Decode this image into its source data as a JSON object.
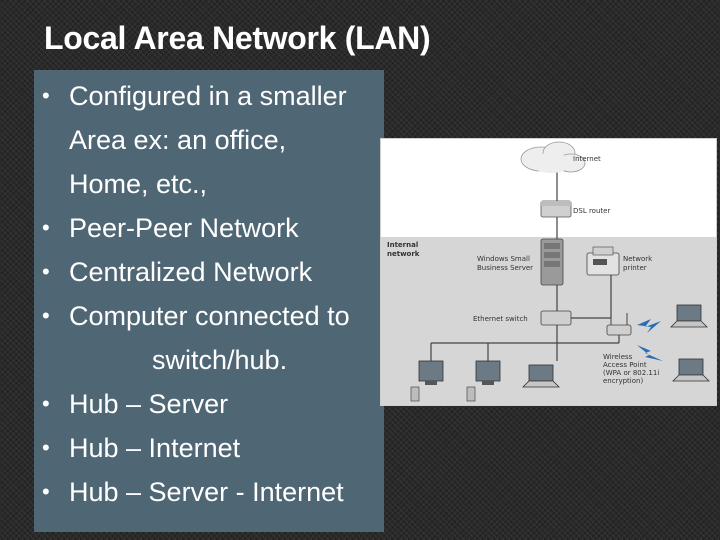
{
  "slide": {
    "title": "Local Area Network (LAN)",
    "bullets": [
      {
        "lines": [
          "Configured in a smaller",
          "Area ex: an office,",
          "Home, etc.,"
        ]
      },
      {
        "lines": [
          "Peer-Peer Network"
        ]
      },
      {
        "lines": [
          "Centralized Network"
        ]
      },
      {
        "lines": [
          "Computer connected to",
          "switch/hub."
        ]
      },
      {
        "lines": [
          "Hub – Server"
        ]
      },
      {
        "lines": [
          "Hub – Internet"
        ]
      },
      {
        "lines": [
          "Hub – Server - Internet"
        ]
      }
    ],
    "bullet_glyph": "•"
  },
  "diagram": {
    "labels": {
      "internet": "Internet",
      "dsl_router": "DSL router",
      "internal_network": [
        "Internal",
        "network"
      ],
      "server": [
        "Windows Small",
        "Business Server"
      ],
      "printer": [
        "Network",
        "printer"
      ],
      "switch": "Ethernet switch",
      "access_point": [
        "Wireless",
        "Access Point",
        "(WPA or 802.11i",
        "encryption)"
      ]
    }
  },
  "colors": {
    "panel": "#4f6674",
    "title": "#ffffff",
    "text": "#ffffff",
    "internal_network_region": "#d6d6d6"
  },
  "icons": [
    "cloud-icon",
    "router-icon",
    "server-icon",
    "printer-icon",
    "switch-icon",
    "access-point-icon",
    "desktop-icon",
    "laptop-icon",
    "wireless-signal-icon"
  ]
}
